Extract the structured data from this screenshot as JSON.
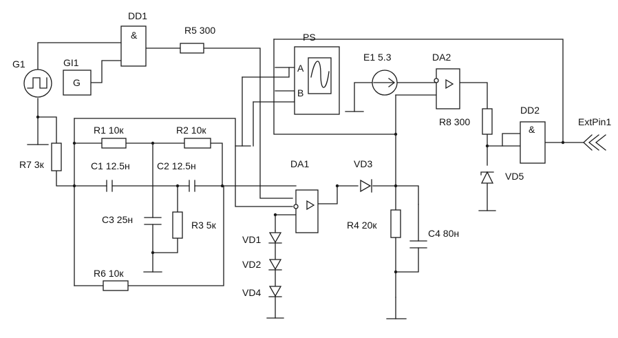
{
  "labels": {
    "G1": "G1",
    "GI1": "GI1",
    "GI1_inner": "G",
    "DD1": "DD1",
    "DD1_sym": "&",
    "R5": "R5 300",
    "PS": "PS",
    "PS_A": "A",
    "PS_B": "B",
    "E1": "E1 5.3",
    "DA2": "DA2",
    "R8": "R8 300",
    "DD2": "DD2",
    "DD2_sym": "&",
    "ExtPin": "ExtPin1",
    "VD5": "VD5",
    "R1": "R1 10к",
    "R2": "R2 10к",
    "R7": "R7 3к",
    "C1": "C1 12.5н",
    "C2": "C2 12.5н",
    "DA1": "DA1",
    "VD3": "VD3",
    "C3": "C3 25н",
    "R3": "R3 5к",
    "R4": "R4 20к",
    "C4": "C4 80н",
    "VD1": "VD1",
    "VD2": "VD2",
    "VD4": "VD4",
    "R6": "R6 10к"
  }
}
